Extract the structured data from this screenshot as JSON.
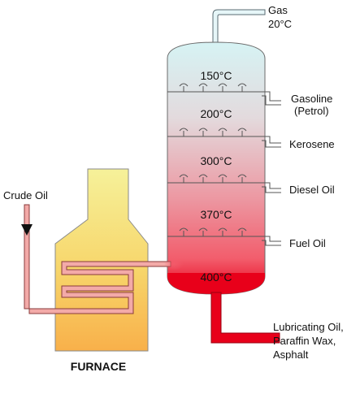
{
  "gas": {
    "line1": "Gas",
    "line2": "20°C"
  },
  "column": {
    "trays": [
      {
        "temp": "150°C",
        "product_line1": "Gasoline",
        "product_line2": "(Petrol)"
      },
      {
        "temp": "200°C",
        "product_line1": "Kerosene",
        "product_line2": ""
      },
      {
        "temp": "300°C",
        "product_line1": "Diesel Oil",
        "product_line2": ""
      },
      {
        "temp": "370°C",
        "product_line1": "Fuel Oil",
        "product_line2": ""
      }
    ],
    "bottom_temp": "400°C"
  },
  "residue": {
    "line1": "Lubricating Oil,",
    "line2": "Paraffin Wax,",
    "line3": "Asphalt"
  },
  "crude_oil_label": "Crude Oil",
  "furnace_label": "FURNACE",
  "colors": {
    "column_top": "#d6f3f4",
    "column_mid": "#e7c4c9",
    "column_low": "#f07a86",
    "column_bottom": "#e8001a",
    "pipe_fill": "#f3aaa8",
    "pipe_stroke": "#8a3b3b",
    "furnace_top": "#f6f19a",
    "furnace_bottom": "#f8b04a",
    "residue_pipe": "#e8001a"
  }
}
